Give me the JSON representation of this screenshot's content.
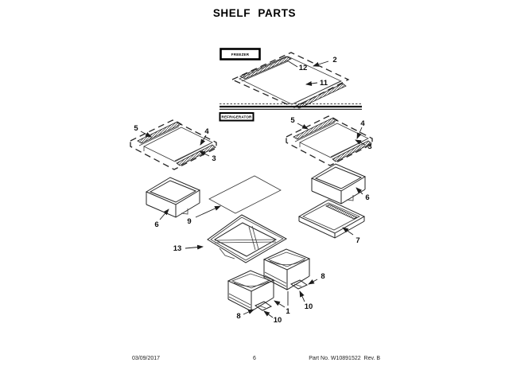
{
  "page": {
    "title": "SHELF PARTS"
  },
  "labels": {
    "freezer": "FREEZER",
    "refrigerator": "REFRIGERATOR"
  },
  "callouts": {
    "c1": "1",
    "c2": "2",
    "c3": "3",
    "c4": "4",
    "c5": "5",
    "c6": "6",
    "c7": "7",
    "c8": "8",
    "c9": "9",
    "c10": "10",
    "c11": "11",
    "c12": "12",
    "c13": "13"
  },
  "footer": {
    "date": "03/09/2017",
    "page_number": "6",
    "part_info": "Part No. W10891522  Rev. B"
  }
}
